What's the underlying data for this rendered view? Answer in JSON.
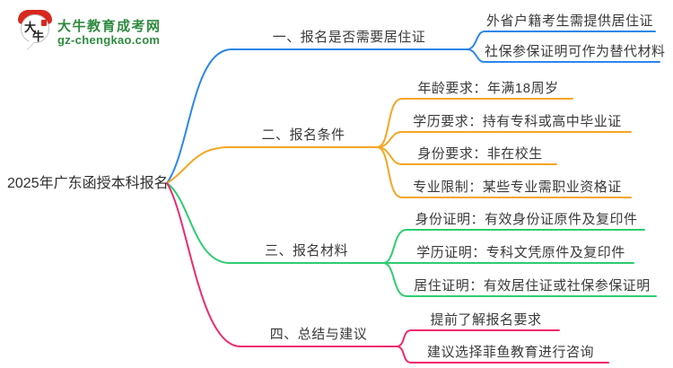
{
  "logo": {
    "brand": "大牛教育成考网",
    "domain": "gz-chengkao.com",
    "mark_char_1": "大",
    "mark_char_2": "牛",
    "green": "#2e8b3f",
    "red": "#d7281e"
  },
  "root": {
    "label": "2025年广东函授本科报名"
  },
  "branches": [
    {
      "label": "一、报名是否需要居住证",
      "color": "#2b87ea",
      "children": [
        "外省户籍考生需提供居住证",
        "社保参保证明可作为替代材料"
      ]
    },
    {
      "label": "二、报名条件",
      "color": "#f5a623",
      "children": [
        "年龄要求：年满18周岁",
        "学历要求：持有专科或高中毕业证",
        "身份要求：非在校生",
        "专业限制：某些专业需职业资格证"
      ]
    },
    {
      "label": "三、报名材料",
      "color": "#2ecc71",
      "children": [
        "身份证明：有效身份证原件及复印件",
        "学历证明：专科文凭原件及复印件",
        "居住证明：有效居住证或社保参保证明"
      ]
    },
    {
      "label": "四、总结与建议",
      "color": "#ef2a6e",
      "children": [
        "提前了解报名要求",
        "建议选择菲鱼教育进行咨询"
      ]
    }
  ]
}
